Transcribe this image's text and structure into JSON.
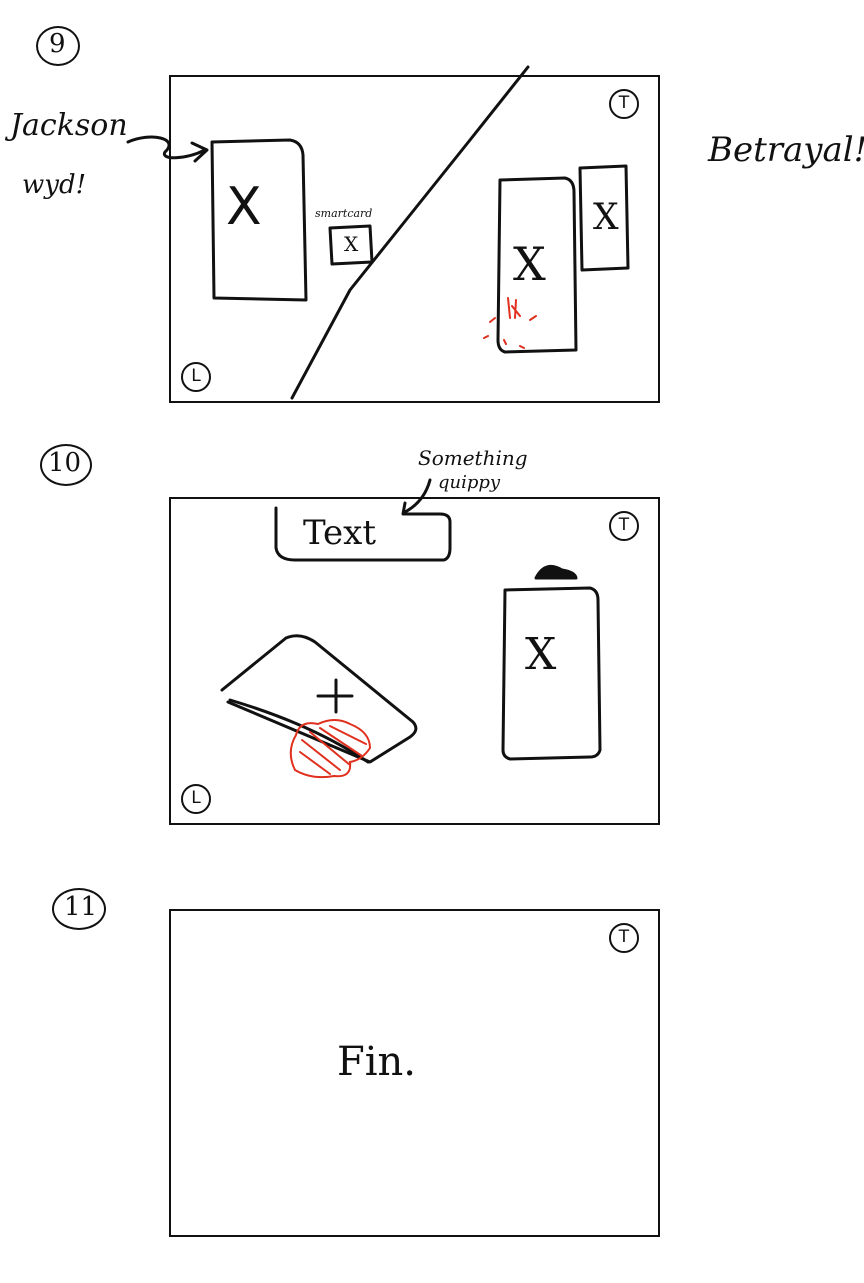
{
  "panels": [
    {
      "number": "9",
      "corner_top": "T",
      "corner_bottom": "L",
      "note_left_line1": "Jackson",
      "note_left_line2": "wyd!",
      "note_right": "Betrayal!",
      "small_label": "smartcard",
      "mark": "X"
    },
    {
      "number": "10",
      "corner_top": "T",
      "corner_bottom": "L",
      "caption_text": "Text",
      "annotation_line1": "Something",
      "annotation_line2": "quippy",
      "mark": "X"
    },
    {
      "number": "11",
      "corner_top": "T",
      "center_text": "Fin."
    }
  ],
  "colors": {
    "ink": "#111111",
    "blood": "#e0301e"
  }
}
